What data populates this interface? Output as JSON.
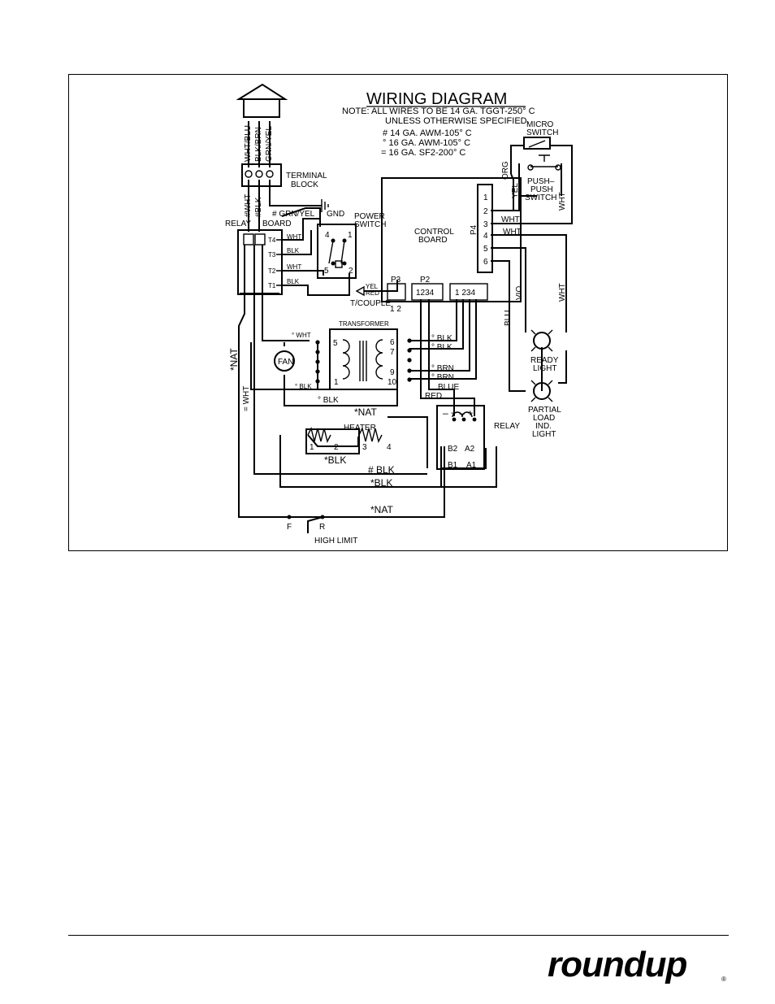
{
  "diagram": {
    "title": "WIRING DIAGRAM",
    "notes": [
      "NOTE:  ALL WIRES TO BE 14 GA. TGGT-250° C",
      "UNLESS OTHERWISE SPECIFIED.",
      "# 14  GA.  AWM-105° C",
      "°  16  GA.  AWM-105° C",
      "= 16  GA.  SF2-200° C"
    ],
    "components": {
      "terminal_block": [
        "TERMINAL",
        "BLOCK"
      ],
      "relay_board": [
        "RELAY",
        "BOARD"
      ],
      "power_switch": [
        "POWER",
        "SWITCH"
      ],
      "control_board": [
        "CONTROL",
        "BOARD"
      ],
      "micro_switch": [
        "MICRO",
        "SWITCH"
      ],
      "push_switch": [
        "PUSH–",
        "PUSH",
        "SWITCH"
      ],
      "transformer": "TRANSFORMER",
      "fan": "FAN",
      "heater": "HEATER",
      "relay": "RELAY",
      "ready_light": [
        "READY",
        "LIGHT"
      ],
      "partial_light": [
        "PARTIAL",
        "LOAD",
        "IND.",
        "LIGHT"
      ],
      "high_limit": "HIGH LIMIT",
      "t_couple": "T/COUPLE",
      "gnd": "GND",
      "p4": "P4",
      "p3": "P3",
      "p2": "P2",
      "p3_pins": "1 2",
      "p2_pins": "1234",
      "p_pins_right": "1 234"
    },
    "relay_terminals": [
      "T4",
      "T3",
      "T2",
      "T1"
    ],
    "switch_terminals": [
      "4",
      "1",
      "5",
      "2"
    ],
    "p4_pins": [
      "1",
      "2",
      "3",
      "4",
      "5",
      "6"
    ],
    "transformer_pins": [
      "5",
      "1",
      "6",
      "7",
      "9",
      "10"
    ],
    "heater_pins": [
      "1",
      "2",
      "3",
      "4"
    ],
    "relay_pins": [
      "B2",
      "A2",
      "B1",
      "A1"
    ],
    "high_limit_pins": [
      "F",
      "R"
    ],
    "wire_labels": {
      "wht_blu": "WHT/BLU",
      "blk_brn": "BLK/BRN",
      "grn_yel_v": "GRN/YEL",
      "wht_h": "#WHT",
      "blk_h": "#BLK",
      "grn_yel_gnd": "# GRN/YEL",
      "wht_t4": "WHT",
      "blk_t3": "BLK",
      "wht_t2": "WHT",
      "blk_t1": "BLK",
      "yel_tc": "YEL",
      "red_tc": "RED",
      "org": "ORG",
      "yel": "YEL",
      "wht_p3": "WHT",
      "wht_p4": "WHT",
      "wht_right": "WHT",
      "wht_ready": "WHT",
      "vio": "VIO",
      "blu": "BLU",
      "tr_wht": "° WHT",
      "tr_blk": "° BLK",
      "tr_blk6": "° BLK",
      "tr_blk7": "° BLK",
      "tr_brn9": "° BRN",
      "tr_brn10": "° BRN",
      "blk_deg": "° BLK",
      "blue": "BLUE",
      "red": "RED",
      "nat_top": "*NAT",
      "nat_bottom": "*NAT",
      "nat_left": "*NAT",
      "wht_eq": "= WHT",
      "blk_heater": "*BLK",
      "blk_hash": "# BLK",
      "blk_star": "*BLK"
    }
  },
  "footer": {
    "brand": "roundup",
    "registered": "®"
  }
}
